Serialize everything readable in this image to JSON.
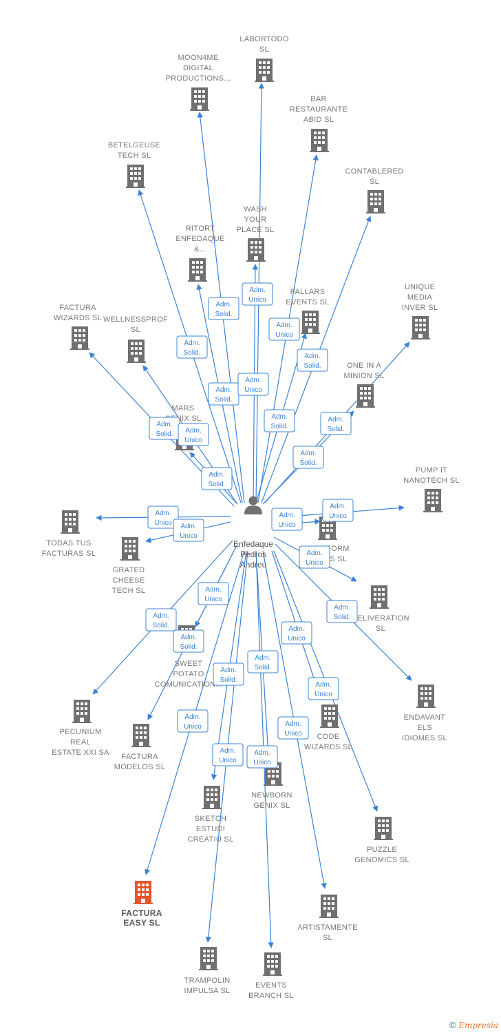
{
  "center": {
    "lines": [
      "Enfedaque",
      "Pedros",
      "Andreu"
    ]
  },
  "colors": {
    "edge": "#3b83d6",
    "building": "#707070",
    "highlight": "#e8542a",
    "text": "#777777"
  },
  "nodes": [
    {
      "id": "labortodo",
      "lines": [
        "LABORTODO",
        "SL"
      ]
    },
    {
      "id": "moon4me",
      "lines": [
        "MOON4ME",
        "DIGITAL",
        "PRODUCTIONS..."
      ]
    },
    {
      "id": "bar-restaurante",
      "lines": [
        "BAR",
        "RESTAURANTE",
        "ABID  SL"
      ]
    },
    {
      "id": "betelgeuse",
      "lines": [
        "BETELGEUSE",
        "TECH  SL"
      ]
    },
    {
      "id": "contablered",
      "lines": [
        "CONTABLERED",
        "SL"
      ]
    },
    {
      "id": "wash-your-place",
      "lines": [
        "WASH",
        "YOUR",
        "PLACE  SL"
      ]
    },
    {
      "id": "ritort",
      "lines": [
        "RITORT",
        "ENFEDAQUE",
        "&..."
      ]
    },
    {
      "id": "pallars",
      "lines": [
        "PALLARS",
        "EVENTS  SL"
      ]
    },
    {
      "id": "unique-media",
      "lines": [
        "UNIQUE",
        "MEDIA",
        "INVER  SL"
      ]
    },
    {
      "id": "factura-wizards",
      "lines": [
        "FACTURA",
        "WIZARDS  SL"
      ]
    },
    {
      "id": "wellnessprof",
      "lines": [
        "WELLNESSPROF",
        "SL"
      ]
    },
    {
      "id": "one-in-a-minion",
      "lines": [
        "ONE IN A",
        "MINION  SL"
      ]
    },
    {
      "id": "mars-genix",
      "lines": [
        "MARS",
        "GENIX  SL"
      ]
    },
    {
      "id": "pump-it",
      "lines": [
        "PUMP IT",
        "NANOTECH  SL"
      ]
    },
    {
      "id": "todas-tus-facturas",
      "lines": [
        "TODAS TUS",
        "FACTURAS  SL"
      ]
    },
    {
      "id": "grated-cheese",
      "lines": [
        "GRATED",
        "CHEESE",
        "TECH  SL"
      ]
    },
    {
      "id": "bioform",
      "lines": [
        "BIOFORM",
        "LABS  SL"
      ]
    },
    {
      "id": "deliveration",
      "lines": [
        "DELIVERATION",
        "SL"
      ]
    },
    {
      "id": "sweet-potato",
      "lines": [
        "SWEET",
        "POTATO",
        "COMUNICATION..."
      ]
    },
    {
      "id": "pecunium",
      "lines": [
        "PECUNIUM",
        "REAL",
        "ESTATE XXI SA"
      ]
    },
    {
      "id": "factura-modelos",
      "lines": [
        "FACTURA",
        "MODELOS  SL"
      ]
    },
    {
      "id": "endavant",
      "lines": [
        "ENDAVANT",
        "ELS",
        "IDIOMES  SL"
      ]
    },
    {
      "id": "code-wizards",
      "lines": [
        "CODE",
        "WIZARDS  SL"
      ]
    },
    {
      "id": "newborn-genix",
      "lines": [
        "NEWBORN",
        "GENIX  SL"
      ]
    },
    {
      "id": "sketch-estudi",
      "lines": [
        "SKETCH",
        "ESTUDI",
        "CREATIU  SL"
      ]
    },
    {
      "id": "puzzle-genomics",
      "lines": [
        "PUZZLE",
        "GENOMICS  SL"
      ]
    },
    {
      "id": "factura-easy",
      "lines": [
        "FACTURA",
        "EASY  SL"
      ],
      "highlight": true
    },
    {
      "id": "artistamente",
      "lines": [
        "ARTISTAMENTE",
        "SL"
      ]
    },
    {
      "id": "trampolin",
      "lines": [
        "TRAMPOLIN",
        "IMPULSA  SL"
      ]
    },
    {
      "id": "events-branch",
      "lines": [
        "EVENTS",
        "BRANCH  SL"
      ]
    }
  ],
  "badges": [
    {
      "role": "adm-solid",
      "lines": [
        "Adm.",
        "Solid."
      ]
    },
    {
      "role": "adm-unico",
      "lines": [
        "Adm.",
        "Unico"
      ]
    },
    {
      "role": "adm-unico",
      "lines": [
        "Adm.",
        "Unico"
      ]
    },
    {
      "role": "adm-solid",
      "lines": [
        "Adm.",
        "Solid."
      ]
    },
    {
      "role": "adm-solid",
      "lines": [
        "Adm.",
        "Solid."
      ]
    },
    {
      "role": "adm-solid",
      "lines": [
        "Adm.",
        "Solid."
      ]
    },
    {
      "role": "adm-unico",
      "lines": [
        "Adm.",
        "Unico"
      ]
    },
    {
      "role": "adm-solid",
      "lines": [
        "Adm.",
        "Solid."
      ]
    },
    {
      "role": "adm-solid",
      "lines": [
        "Adm.",
        "Solid."
      ]
    },
    {
      "role": "adm-solid",
      "lines": [
        "Adm.",
        "Solid."
      ]
    },
    {
      "role": "adm-unico",
      "lines": [
        "Adm.",
        "Unico"
      ]
    },
    {
      "role": "adm-solid",
      "lines": [
        "Adm.",
        "Solid."
      ]
    },
    {
      "role": "adm-solid",
      "lines": [
        "Adm.",
        "Solid."
      ]
    },
    {
      "role": "adm-unico",
      "lines": [
        "Adm.",
        "Unico"
      ]
    },
    {
      "role": "adm-unico",
      "lines": [
        "Adm.",
        "Unico"
      ]
    },
    {
      "role": "adm-unico",
      "lines": [
        "Adm.",
        "Unico"
      ]
    },
    {
      "role": "adm-unico",
      "lines": [
        "Adm.",
        "Unico"
      ]
    },
    {
      "role": "adm-unico",
      "lines": [
        "Adm.",
        "Unico"
      ]
    },
    {
      "role": "adm-solid",
      "lines": [
        "Adm.",
        "Solid."
      ]
    },
    {
      "role": "adm-unico",
      "lines": [
        "Adm.",
        "Unico"
      ]
    },
    {
      "role": "adm-solid",
      "lines": [
        "Adm.",
        "Solid."
      ]
    },
    {
      "role": "adm-solid",
      "lines": [
        "Adm.",
        "Solid."
      ]
    },
    {
      "role": "adm-unico",
      "lines": [
        "Adm.",
        "Unico"
      ]
    },
    {
      "role": "adm-solid",
      "lines": [
        "Adm.",
        "Solid."
      ]
    },
    {
      "role": "adm-solid",
      "lines": [
        "Adm.",
        "Solid."
      ]
    },
    {
      "role": "adm-unico",
      "lines": [
        "Adm.",
        "Unico"
      ]
    },
    {
      "role": "adm-unico",
      "lines": [
        "Adm.",
        "Unico"
      ]
    },
    {
      "role": "adm-unico",
      "lines": [
        "Adm.",
        "Unico"
      ]
    },
    {
      "role": "adm-unico",
      "lines": [
        "Adm.",
        "Unico"
      ]
    },
    {
      "role": "adm-unico",
      "lines": [
        "Adm.",
        "Unico"
      ]
    }
  ],
  "footer": {
    "copyright": "©",
    "brand": "Empresia"
  }
}
